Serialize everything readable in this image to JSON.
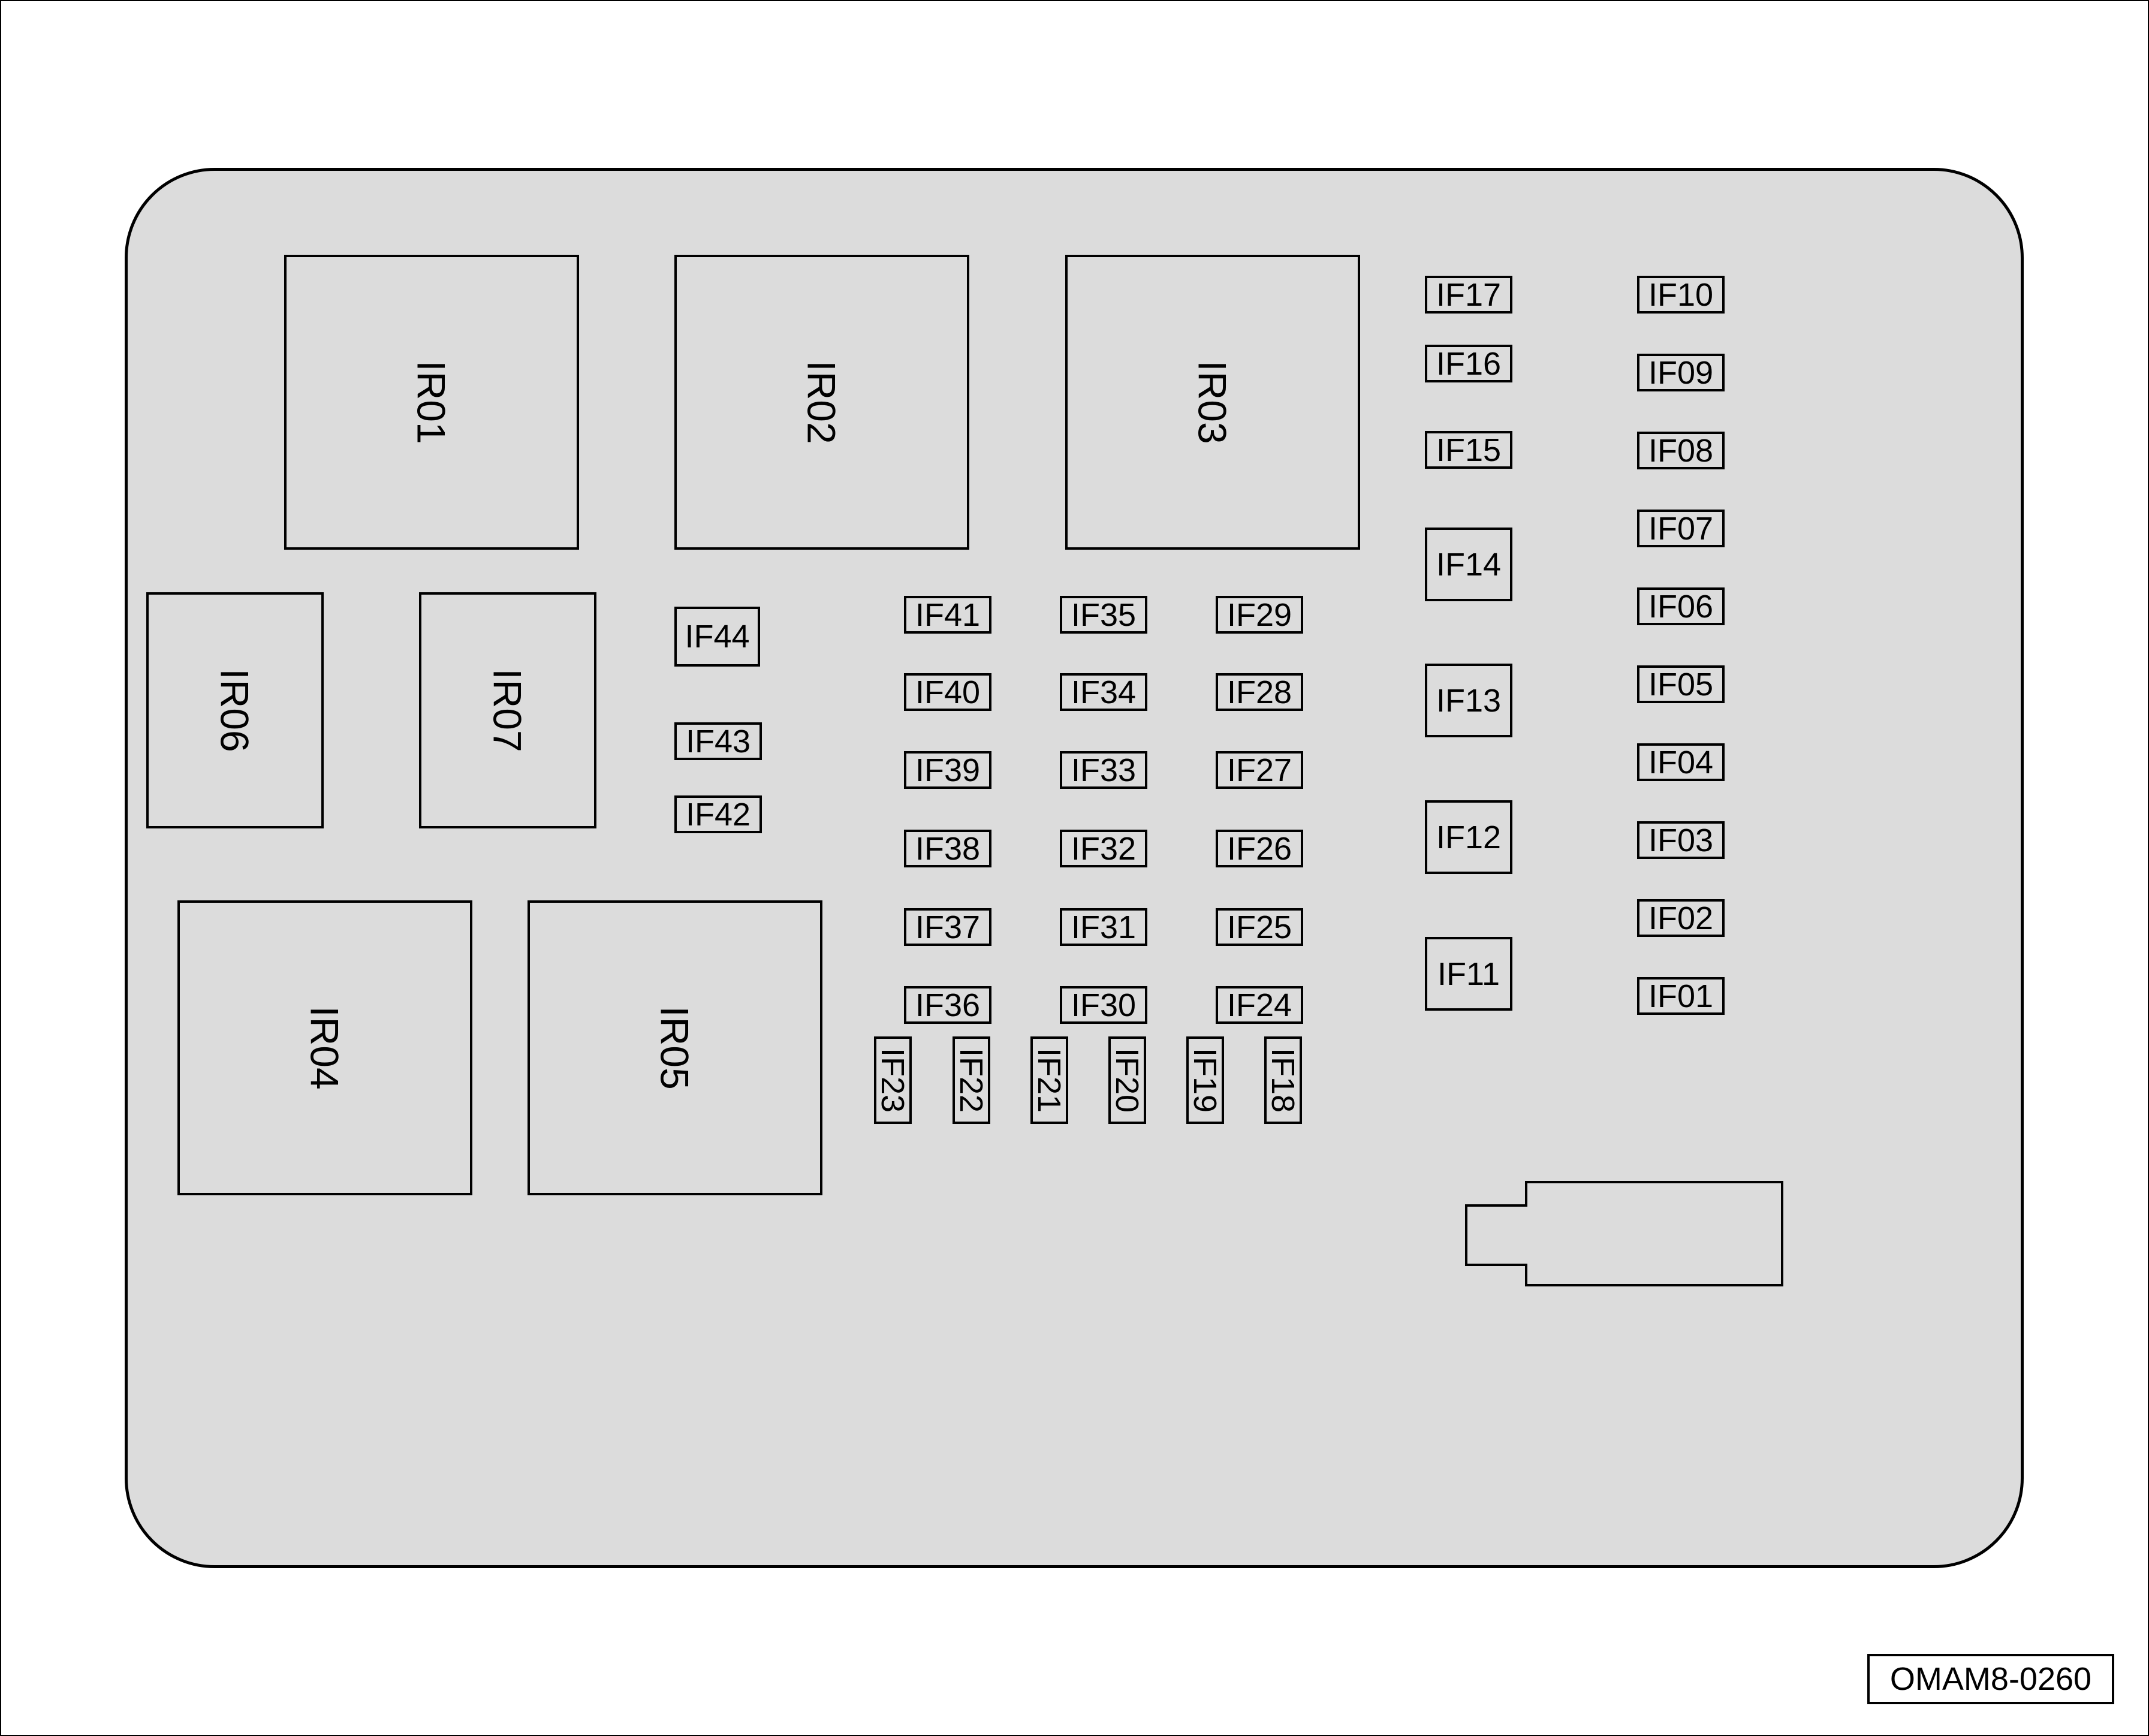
{
  "relays": [
    {
      "id": "IR01",
      "label": "IR01"
    },
    {
      "id": "IR02",
      "label": "IR02"
    },
    {
      "id": "IR03",
      "label": "IR03"
    },
    {
      "id": "IR06",
      "label": "IR06"
    },
    {
      "id": "IR07",
      "label": "IR07"
    },
    {
      "id": "IR04",
      "label": "IR04"
    },
    {
      "id": "IR05",
      "label": "IR05"
    }
  ],
  "fuses": [
    {
      "id": "IF01",
      "label": "IF01"
    },
    {
      "id": "IF02",
      "label": "IF02"
    },
    {
      "id": "IF03",
      "label": "IF03"
    },
    {
      "id": "IF04",
      "label": "IF04"
    },
    {
      "id": "IF05",
      "label": "IF05"
    },
    {
      "id": "IF06",
      "label": "IF06"
    },
    {
      "id": "IF07",
      "label": "IF07"
    },
    {
      "id": "IF08",
      "label": "IF08"
    },
    {
      "id": "IF09",
      "label": "IF09"
    },
    {
      "id": "IF10",
      "label": "IF10"
    },
    {
      "id": "IF11",
      "label": "IF11"
    },
    {
      "id": "IF12",
      "label": "IF12"
    },
    {
      "id": "IF13",
      "label": "IF13"
    },
    {
      "id": "IF14",
      "label": "IF14"
    },
    {
      "id": "IF15",
      "label": "IF15"
    },
    {
      "id": "IF16",
      "label": "IF16"
    },
    {
      "id": "IF17",
      "label": "IF17"
    },
    {
      "id": "IF18",
      "label": "IF18"
    },
    {
      "id": "IF19",
      "label": "IF19"
    },
    {
      "id": "IF20",
      "label": "IF20"
    },
    {
      "id": "IF21",
      "label": "IF21"
    },
    {
      "id": "IF22",
      "label": "IF22"
    },
    {
      "id": "IF23",
      "label": "IF23"
    },
    {
      "id": "IF24",
      "label": "IF24"
    },
    {
      "id": "IF25",
      "label": "IF25"
    },
    {
      "id": "IF26",
      "label": "IF26"
    },
    {
      "id": "IF27",
      "label": "IF27"
    },
    {
      "id": "IF28",
      "label": "IF28"
    },
    {
      "id": "IF29",
      "label": "IF29"
    },
    {
      "id": "IF30",
      "label": "IF30"
    },
    {
      "id": "IF31",
      "label": "IF31"
    },
    {
      "id": "IF32",
      "label": "IF32"
    },
    {
      "id": "IF33",
      "label": "IF33"
    },
    {
      "id": "IF34",
      "label": "IF34"
    },
    {
      "id": "IF35",
      "label": "IF35"
    },
    {
      "id": "IF36",
      "label": "IF36"
    },
    {
      "id": "IF37",
      "label": "IF37"
    },
    {
      "id": "IF38",
      "label": "IF38"
    },
    {
      "id": "IF39",
      "label": "IF39"
    },
    {
      "id": "IF40",
      "label": "IF40"
    },
    {
      "id": "IF41",
      "label": "IF41"
    },
    {
      "id": "IF42",
      "label": "IF42"
    },
    {
      "id": "IF43",
      "label": "IF43"
    },
    {
      "id": "IF44",
      "label": "IF44"
    }
  ],
  "diagram_id": "OMAM8-0260",
  "colors": {
    "panel": "#dcdcdc",
    "stroke": "#000000",
    "background": "#ffffff"
  }
}
